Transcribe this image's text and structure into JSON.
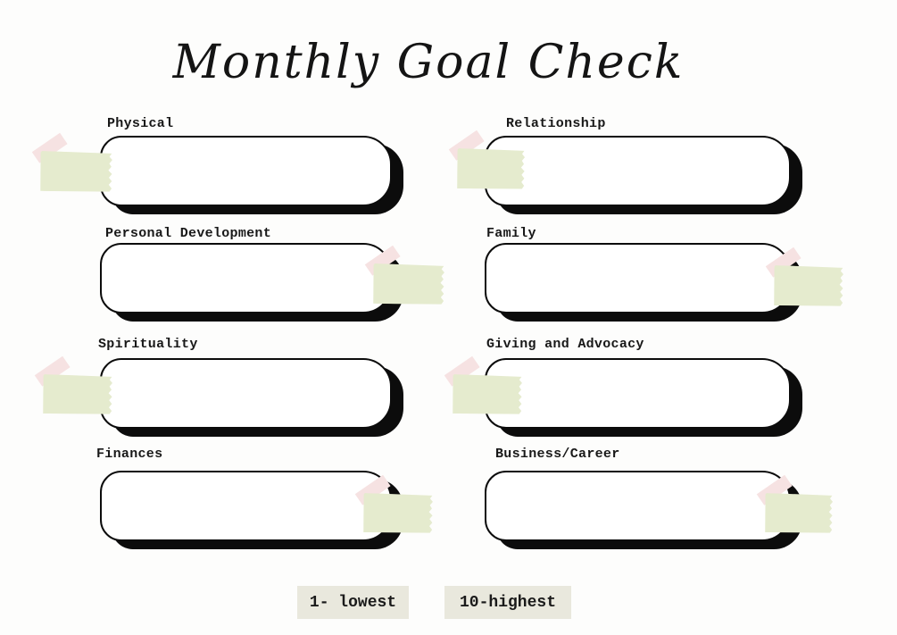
{
  "title": "Monthly Goal Check",
  "sections": [
    {
      "label": "Physical"
    },
    {
      "label": "Relationship"
    },
    {
      "label": "Personal Development"
    },
    {
      "label": "Family"
    },
    {
      "label": "Spirituality"
    },
    {
      "label": "Giving and Advocacy"
    },
    {
      "label": "Finances"
    },
    {
      "label": "Business/Career"
    }
  ],
  "legend": {
    "low_label": "1- lowest",
    "high_label": "10-highest"
  },
  "colors": {
    "ink": "#0c0c0c",
    "tape_green": "#e5ebce",
    "tape_pink": "#f6e2e2",
    "badge_bg": "#e9e8dd",
    "background": "#fdfdfc"
  }
}
